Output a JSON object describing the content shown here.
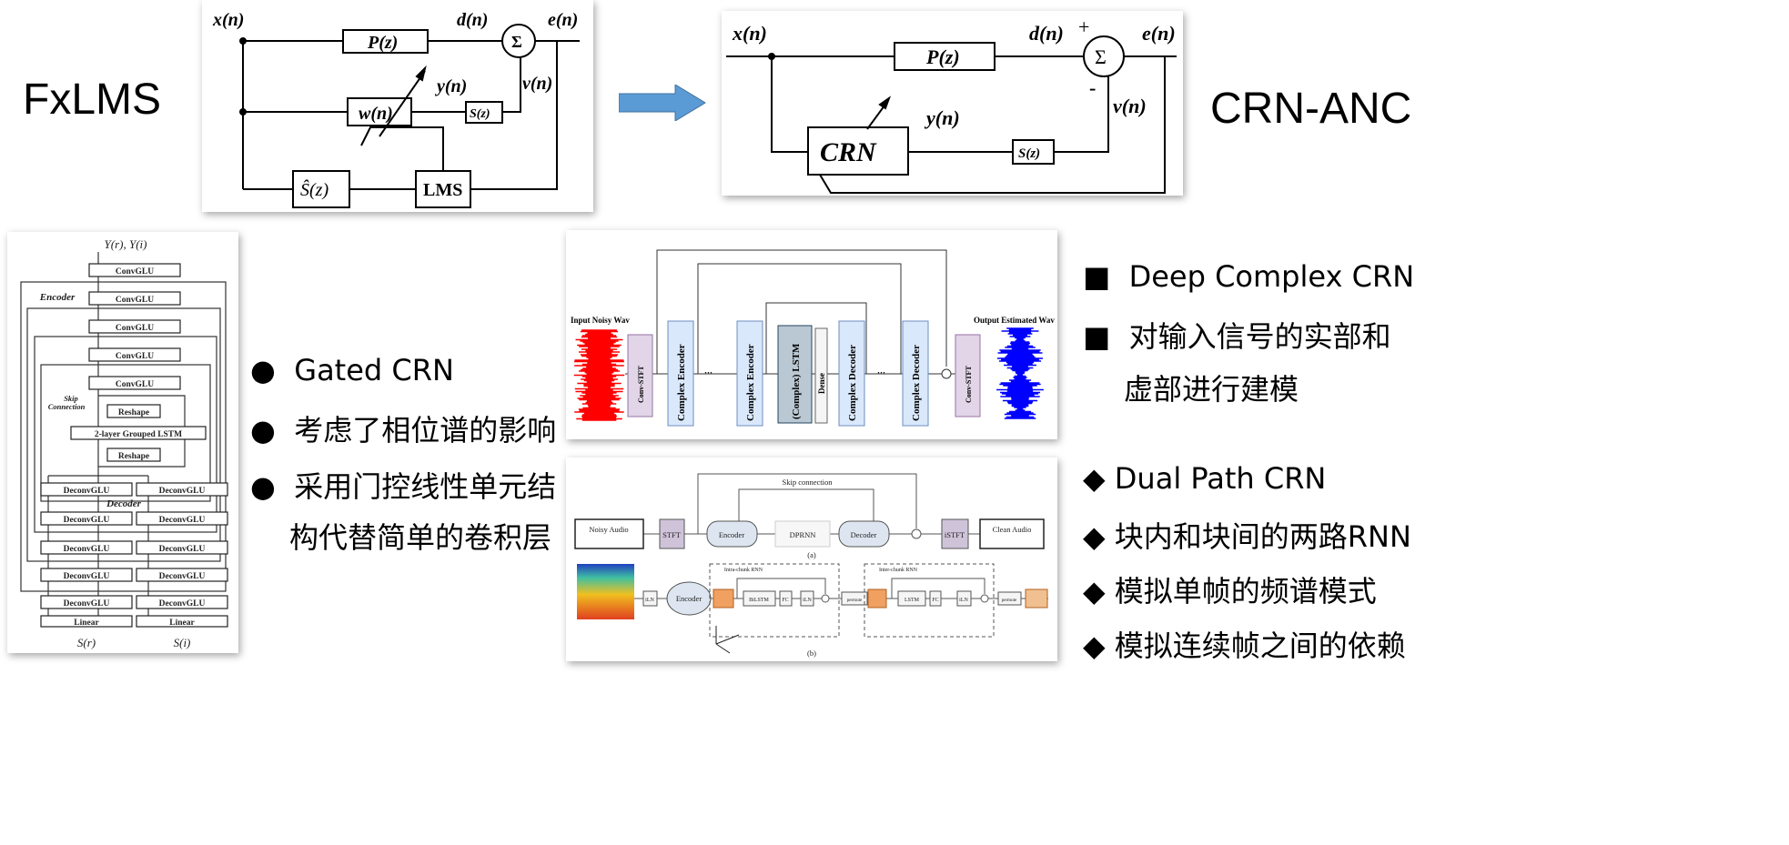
{
  "left_title": "FxLMS",
  "right_title": "CRN-ANC",
  "fxlms": {
    "x": "x(n)",
    "p": "P(z)",
    "d": "d(n)",
    "sum": "Σ",
    "e": "e(n)",
    "w": "w(n)",
    "y": "y(n)",
    "s": "S(z)",
    "v": "v(n)",
    "shat": "Ŝ(z)",
    "lms": "LMS"
  },
  "crnanc": {
    "x": "x(n)",
    "p": "P(z)",
    "d": "d(n)",
    "plus": "+",
    "minus": "-",
    "sum": "Σ",
    "e": "e(n)",
    "crn": "CRN",
    "y": "y(n)",
    "s": "S(z)",
    "v": "v(n)"
  },
  "arrow_color": "#5b9bd5",
  "gated": {
    "input": "Y(r), Y(i)",
    "encoder": "Encoder",
    "decoder": "Decoder",
    "skip1": "Skip",
    "skip2": "Connection",
    "conv": "ConvGLU",
    "reshape": "Reshape",
    "lstm": "2-layer Grouped LSTM",
    "deconv": "DeconvGLU",
    "linear": "Linear",
    "out_r": "S(r)",
    "out_i": "S(i)"
  },
  "dccrn": {
    "in": "Input Noisy Wav",
    "out": "Output Estimated Wav",
    "stft": "Conv-STFT",
    "enc": "Complex Encoder",
    "lstm": "(Complex) LSTM",
    "dense": "Dense",
    "dec": "Complex Decoder",
    "dots": "···"
  },
  "dpcrn": {
    "skip": "Skip connection",
    "noisy": "Noisy Audio",
    "stft": "STFT",
    "enc": "Encoder",
    "dprnn": "DPRNN",
    "dec": "Decoder",
    "istft": "iSTFT",
    "clean": "Clean Audio",
    "a": "(a)",
    "b": "(b)",
    "iln": "iLN",
    "intra": "Intra-chunk RNN",
    "inter": "Inter-chunk RNN",
    "bilstm": "BiLSTM",
    "fc": "FC",
    "permute": "permute",
    "lstm": "LSTM"
  },
  "bullets_mid": [
    "Gated CRN",
    "考虑了相位谱的影响",
    "采用门控线性单元结",
    "构代替简单的卷积层"
  ],
  "bullets_right_a": [
    "Deep Complex CRN",
    "对输入信号的实部和",
    "虚部进行建模"
  ],
  "bullets_right_b": [
    "Dual Path CRN",
    "块内和块间的两路RNN",
    "模拟单帧的频谱模式",
    "模拟连续帧之间的依赖"
  ]
}
